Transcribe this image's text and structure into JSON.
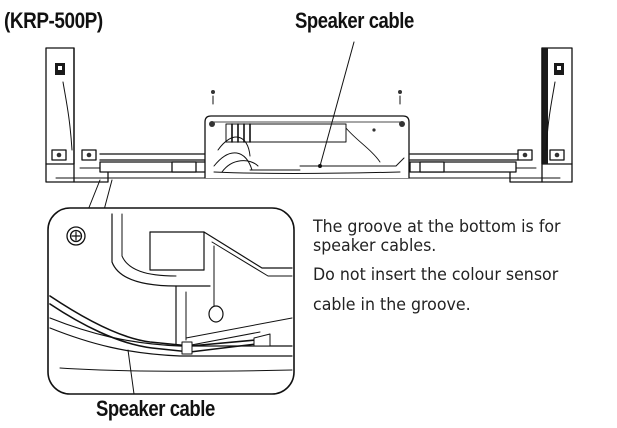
{
  "labels": {
    "model": "(KRP-500P)",
    "speaker_cable_top": "Speaker cable",
    "speaker_cable_bottom": "Speaker cable"
  },
  "note": {
    "line1": "The groove at the bottom is for",
    "line2": "speaker cables.",
    "line3": "Do not insert the colour sensor",
    "line4": "cable in the groove."
  },
  "colors": {
    "line": "#111111",
    "detail": "#333333",
    "dark_panel": "#1a1a1a",
    "background": "#ffffff"
  }
}
